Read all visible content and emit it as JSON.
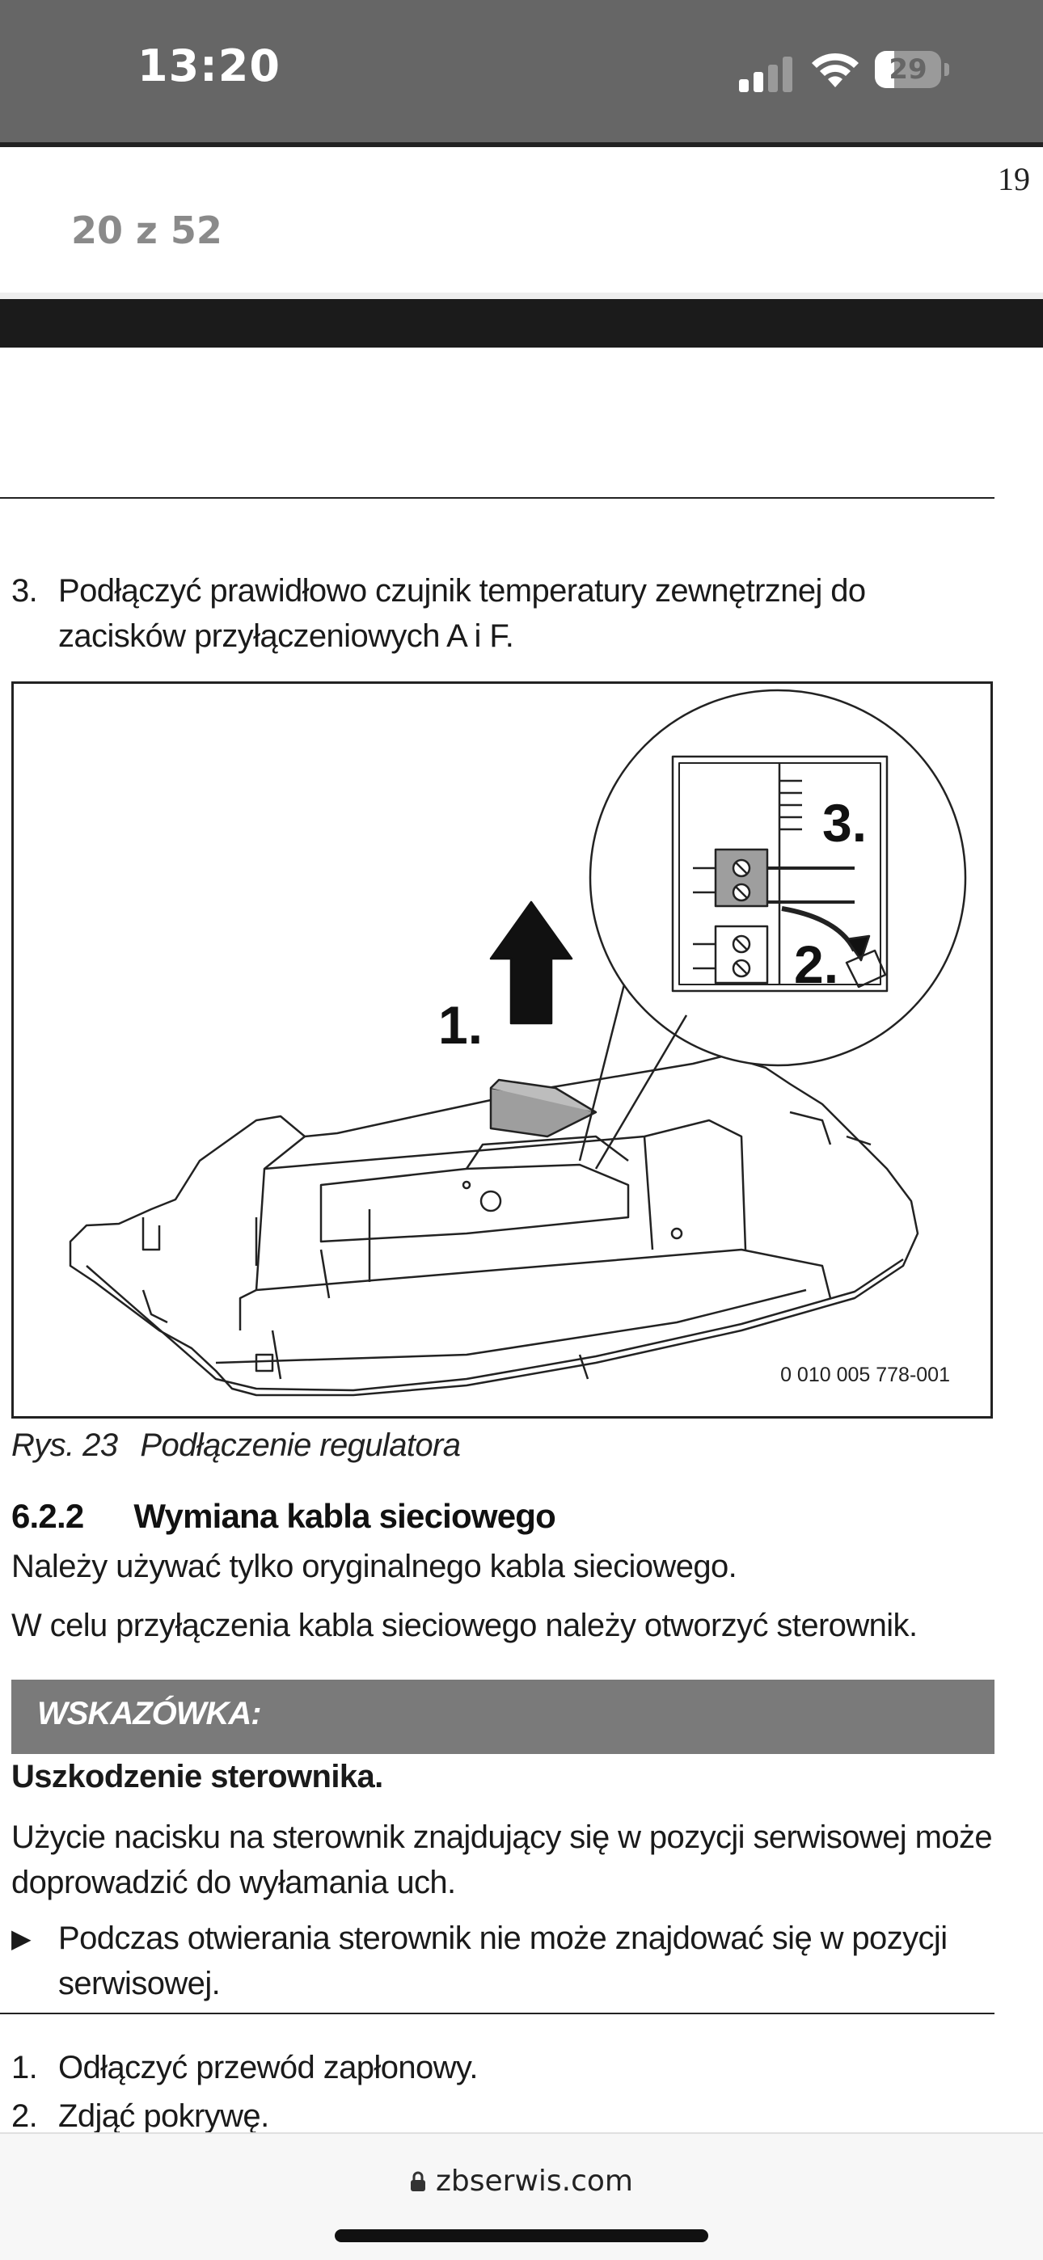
{
  "status_bar": {
    "time": "13:20",
    "battery_level": "29",
    "battery_fraction": 0.29,
    "icons": [
      "cellular-signal-icon",
      "wifi-icon",
      "battery-icon"
    ]
  },
  "document": {
    "pdf_page_number": "19",
    "page_counter": "20 z 52",
    "step_3": {
      "num": "3.",
      "text": "Podłączyć prawidłowo czujnik temperatury zewnętrznej do zacisków przyłączeniowych A i F."
    },
    "figure": {
      "code": "0 010 005 778-001",
      "callouts": [
        "1.",
        "2.",
        "3."
      ]
    },
    "caption": {
      "label": "Rys. 23",
      "title": "Podłączenie regulatora"
    },
    "section": {
      "number": "6.2.2",
      "title": "Wymiana kabla sieciowego"
    },
    "para_1": "Należy używać tylko oryginalnego kabla sieciowego.",
    "para_2": "W celu przyłączenia kabla sieciowego należy otworzyć sterownik.",
    "notice": {
      "label": "WSKAZÓWKA:",
      "heading": "Uszkodzenie sterownika.",
      "body": "Użycie nacisku na sterownik znajdujący się w pozycji serwisowej może doprowadzić do wyłamania uch.",
      "action_marker": "▶",
      "action": "Podczas otwierania sterownik nie może znajdować się w pozycji serwisowej."
    },
    "steps": [
      {
        "num": "1.",
        "text": "Odłączyć przewód zapłonowy."
      },
      {
        "num": "2.",
        "text": "Zdjąć pokrywę."
      }
    ]
  },
  "browser": {
    "url": "zbserwis.com"
  },
  "colors": {
    "status_bar_bg": "#666666",
    "notice_bar_bg": "#7a7a7a",
    "dark_band": "#1b1b1b"
  }
}
